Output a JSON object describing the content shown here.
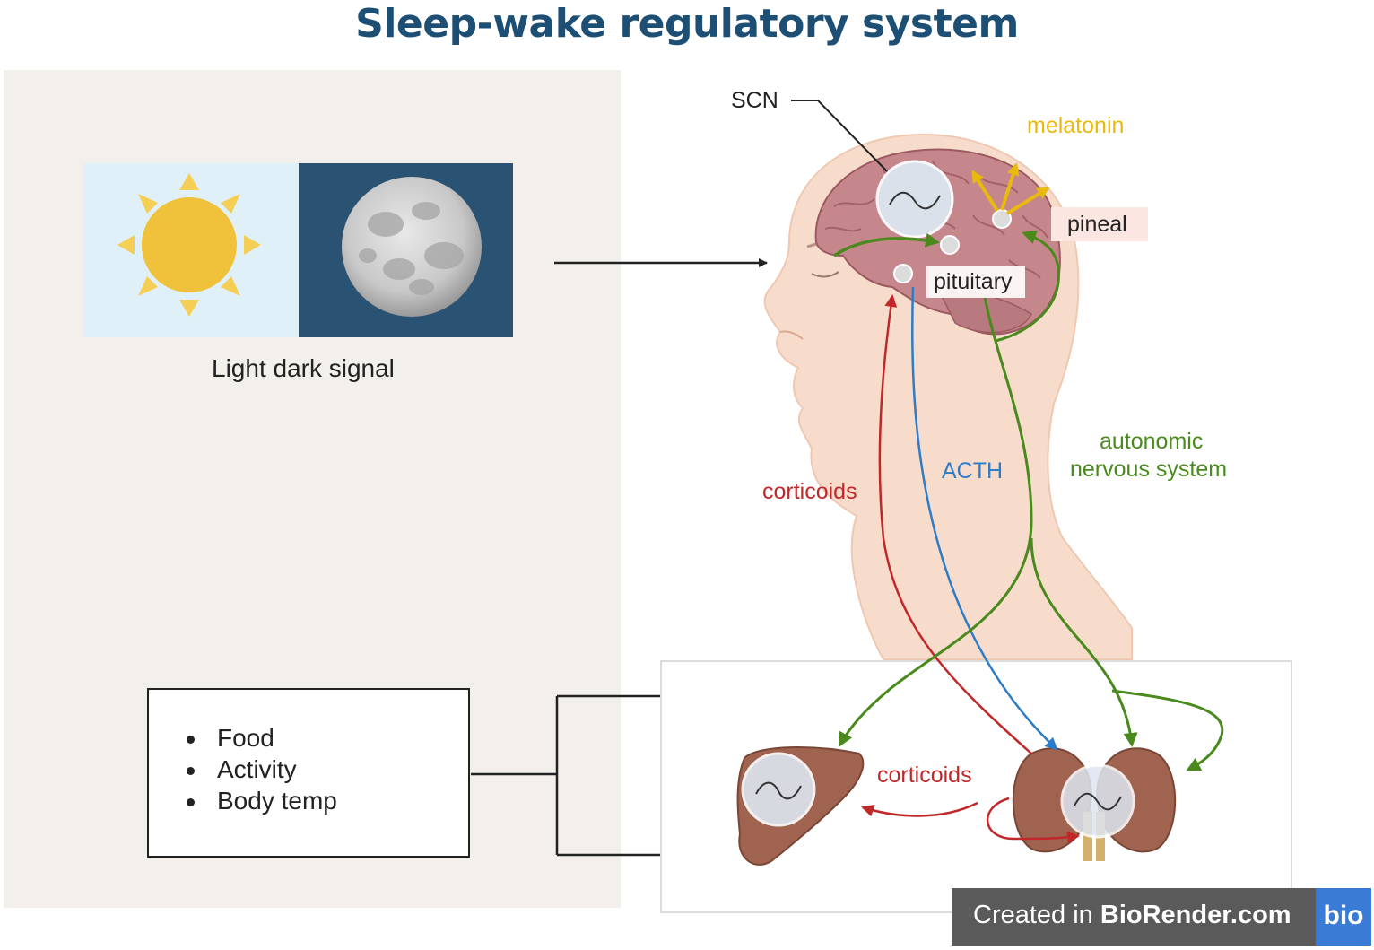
{
  "title": "Sleep-wake regulatory system",
  "left_panel": {
    "light_dark_caption": "Light dark signal",
    "factors": [
      "Food",
      "Activity",
      "Body temp"
    ]
  },
  "labels": {
    "scn": "SCN",
    "melatonin": "melatonin",
    "pineal": "pineal",
    "pituitary": "pituitary",
    "autonomic_line1": "autonomic",
    "autonomic_line2": "nervous  system",
    "acth": "ACTH",
    "corticoids_upper": "corticoids",
    "corticoids_lower": "corticoids"
  },
  "badge": {
    "prefix": "Created in",
    "brand": "BioRender.com",
    "logo": "bio"
  },
  "colors": {
    "title": "#1d4e74",
    "melatonin": "#e8b90e",
    "corticoids": "#c0282a",
    "acth": "#2d7cc8",
    "autonomic": "#4a8a1c",
    "sky_day": "#e0f0f8",
    "sky_night": "#2a5272",
    "sun": "#f0c13a"
  }
}
